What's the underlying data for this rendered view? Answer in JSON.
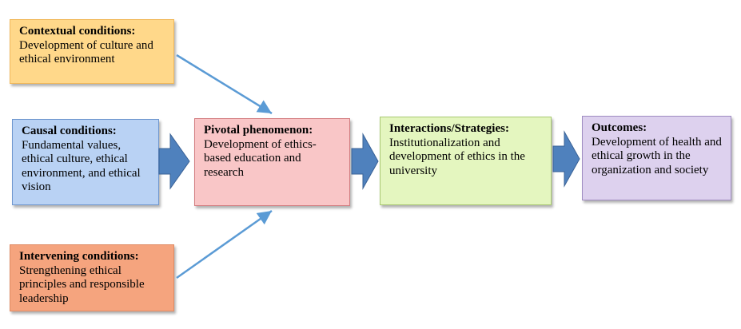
{
  "colors": {
    "contextual_fill": "#ffd88a",
    "contextual_border": "#f1b85a",
    "causal_fill": "#b9d2f4",
    "causal_border": "#6f97cf",
    "intervening_fill": "#f5a47e",
    "intervening_border": "#df8a63",
    "pivotal_fill": "#f9c6c7",
    "pivotal_border": "#d37c80",
    "interactions_fill": "#e4f6bf",
    "interactions_border": "#a8c871",
    "outcomes_fill": "#ddd1ee",
    "outcomes_border": "#9f8cc1",
    "block_arrow_fill": "#4f81bd",
    "block_arrow_stroke": "#3a6296",
    "line_arrow": "#5b9bd5"
  },
  "nodes": {
    "contextual": {
      "title": "Contextual conditions:",
      "body": "Development of culture and ethical environment"
    },
    "causal": {
      "title": "Causal conditions:",
      "body": "Fundamental values, ethical culture, ethical environment, and ethical vision"
    },
    "intervening": {
      "title": "Intervening conditions:",
      "body": "Strengthening ethical principles and responsible leadership"
    },
    "pivotal": {
      "title": "Pivotal phenomenon:",
      "body": "Development of ethics-based education and research"
    },
    "interactions": {
      "title": "Interactions/Strategies:",
      "body": "Institutionalization and development of ethics in the university"
    },
    "outcomes": {
      "title": "Outcomes:",
      "body": "Development of health and ethical growth in the organization and society"
    }
  }
}
